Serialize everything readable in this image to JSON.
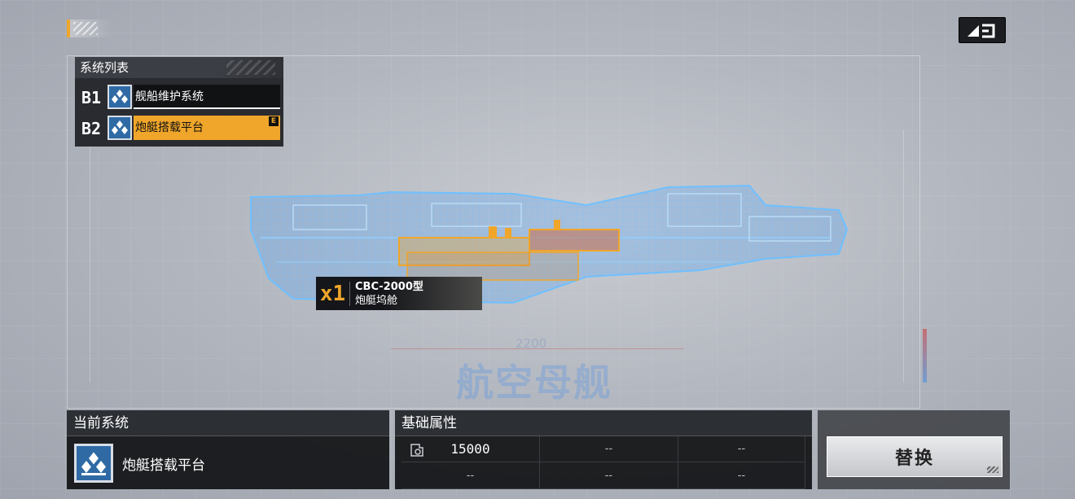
{
  "header": {
    "back_button_label": "◢⊐"
  },
  "system_list": {
    "title": "系统列表",
    "items": [
      {
        "slot": "B1",
        "label": "舰船维护系统",
        "active": false
      },
      {
        "slot": "B2",
        "label": "炮艇搭载平台",
        "active": true,
        "badge": "E"
      }
    ]
  },
  "ship": {
    "component_count": "x1",
    "component_model": "CBC-2000型",
    "component_name": "炮艇坞舱",
    "dimension_value": "2200",
    "class_watermark": "航空母舰"
  },
  "current_system": {
    "title": "当前系统",
    "name": "炮艇搭载平台",
    "icon": "system-module-icon"
  },
  "base_attributes": {
    "title": "基础属性",
    "cells": [
      "15000",
      "--",
      "--",
      "--",
      "--",
      "--"
    ]
  },
  "actions": {
    "replace_label": "替换"
  },
  "colors": {
    "accent": "#f0a62a",
    "icon_blue": "#2f6aa5",
    "panel_dark": "#121316",
    "blueprint": "#5fb4ff"
  }
}
